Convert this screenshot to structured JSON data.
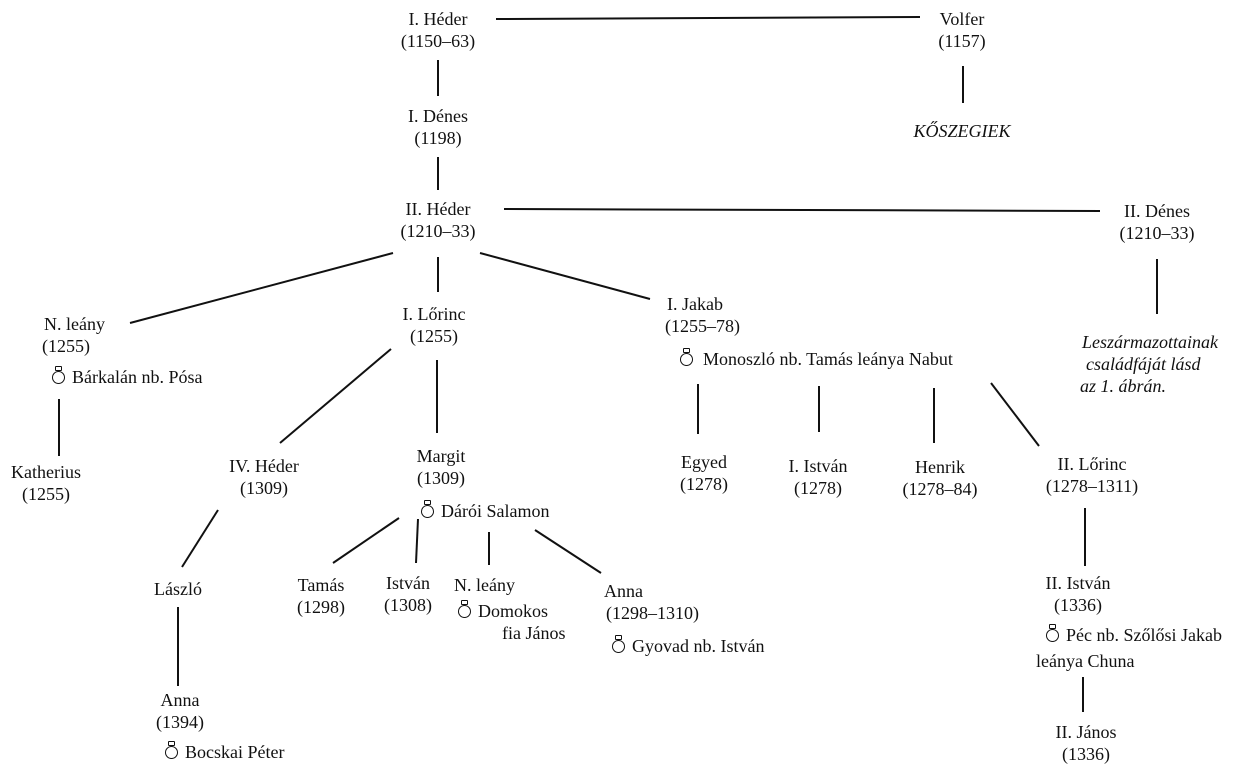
{
  "persons": {
    "heder1": {
      "name": "I. Héder",
      "years": "(1150–63)"
    },
    "volfer": {
      "name": "Volfer",
      "years": "(1157)"
    },
    "koszegiek": {
      "label": "KŐSZEGIEK"
    },
    "denes1": {
      "name": "I. Dénes",
      "years": "(1198)"
    },
    "heder2": {
      "name": "II. Héder",
      "years": "(1210–33)"
    },
    "denes2": {
      "name": "II. Dénes",
      "years": "(1210–33)"
    },
    "note": {
      "line1": "Leszármazottainak",
      "line2": "családfáját lásd",
      "line3": "az 1. ábrán."
    },
    "nleany1": {
      "name": "N. leány",
      "years": "(1255)",
      "spouse": "Bárkalán nb. Pósa"
    },
    "katherius": {
      "name": "Katherius",
      "years": "(1255)"
    },
    "lorinc1": {
      "name": "I. Lőrinc",
      "years": "(1255)"
    },
    "jakab1": {
      "name": "I. Jakab",
      "years": "(1255–78)",
      "spouse": "Monoszló nb. Tamás leánya Nabut"
    },
    "heder4": {
      "name": "IV. Héder",
      "years": "(1309)"
    },
    "laszlo": {
      "name": "László"
    },
    "anna1394": {
      "name": "Anna",
      "years": "(1394)",
      "spouse": "Bocskai Péter"
    },
    "margit": {
      "name": "Margit",
      "years": "(1309)",
      "spouse": "Dárói Salamon"
    },
    "tamas": {
      "name": "Tamás",
      "years": "(1298)"
    },
    "istvan1308": {
      "name": "István",
      "years": "(1308)"
    },
    "nleany2": {
      "name": "N. leány",
      "spouse_line1": "Domokos",
      "spouse_line2": "fia János"
    },
    "anna1298": {
      "name": "Anna",
      "years": "(1298–1310)",
      "spouse": "Gyovad nb. István"
    },
    "egyed": {
      "name": "Egyed",
      "years": "(1278)"
    },
    "istvan1": {
      "name": "I. István",
      "years": "(1278)"
    },
    "henrik": {
      "name": "Henrik",
      "years": "(1278–84)"
    },
    "lorinc2": {
      "name": "II. Lőrinc",
      "years": "(1278–1311)"
    },
    "istvan2": {
      "name": "II. István",
      "years": "(1336)",
      "spouse_line1": "Péc nb. Szőlősi Jakab",
      "spouse_line2": "leánya Chuna"
    },
    "janos2": {
      "name": "II. János",
      "years": "(1336)"
    }
  }
}
